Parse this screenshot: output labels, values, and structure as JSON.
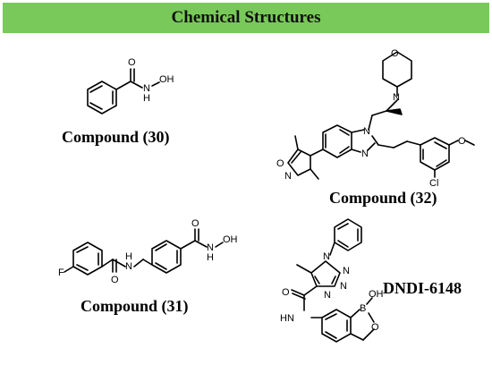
{
  "header": {
    "title": "Chemical Structures",
    "color": "#79c95a"
  },
  "compounds": [
    {
      "label": "Compound (30)",
      "atoms": [
        "O",
        "N",
        "H",
        "OH"
      ]
    },
    {
      "label": "Compound (32)",
      "atoms": [
        "O",
        "N",
        "N",
        "N",
        "O",
        "N",
        "Cl",
        "O"
      ]
    },
    {
      "label": "Compound (31)",
      "atoms": [
        "F",
        "N",
        "H",
        "O",
        "O",
        "N",
        "H",
        "OH"
      ]
    },
    {
      "label": "DNDI-6148",
      "atoms": [
        "N",
        "N",
        "N",
        "N",
        "O",
        "HN",
        "B",
        "OH",
        "O"
      ]
    }
  ]
}
